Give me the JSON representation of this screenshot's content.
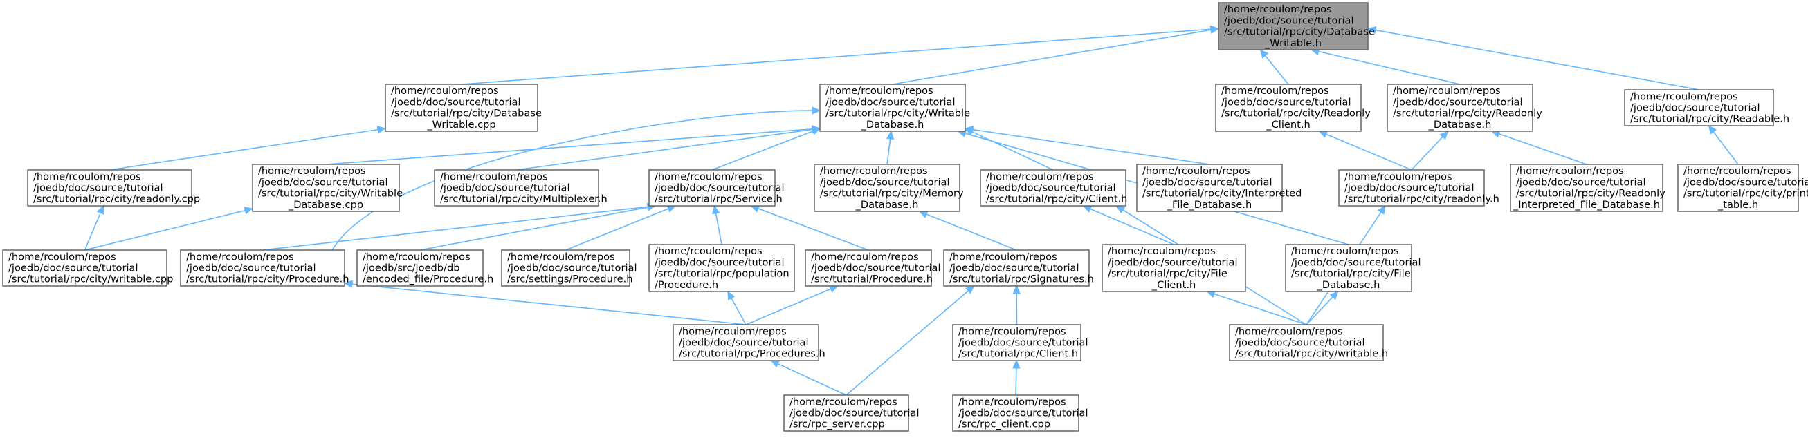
{
  "graph": {
    "root": "root",
    "nodes": [
      {
        "id": "root",
        "lines": [
          "/home/rcoulom/repos",
          "/joedb/doc/source/tutorial",
          "/src/tutorial/rpc/city/Database",
          "_Writable.h"
        ]
      },
      {
        "id": "db_writable_cpp",
        "lines": [
          "/home/rcoulom/repos",
          "/joedb/doc/source/tutorial",
          "/src/tutorial/rpc/city/Database",
          "_Writable.cpp"
        ]
      },
      {
        "id": "writable_database_h",
        "lines": [
          "/home/rcoulom/repos",
          "/joedb/doc/source/tutorial",
          "/src/tutorial/rpc/city/Writable",
          "_Database.h"
        ]
      },
      {
        "id": "readonly_client_h",
        "lines": [
          "/home/rcoulom/repos",
          "/joedb/doc/source/tutorial",
          "/src/tutorial/rpc/city/Readonly",
          "_Client.h"
        ]
      },
      {
        "id": "readonly_database_h",
        "lines": [
          "/home/rcoulom/repos",
          "/joedb/doc/source/tutorial",
          "/src/tutorial/rpc/city/Readonly",
          "_Database.h"
        ]
      },
      {
        "id": "readable_h",
        "lines": [
          "/home/rcoulom/repos",
          "/joedb/doc/source/tutorial",
          "/src/tutorial/rpc/city/Readable.h"
        ]
      },
      {
        "id": "readonly_cpp",
        "lines": [
          "/home/rcoulom/repos",
          "/joedb/doc/source/tutorial",
          "/src/tutorial/rpc/city/readonly.cpp"
        ]
      },
      {
        "id": "writable_database_cpp",
        "lines": [
          "/home/rcoulom/repos",
          "/joedb/doc/source/tutorial",
          "/src/tutorial/rpc/city/Writable",
          "_Database.cpp"
        ]
      },
      {
        "id": "multiplexer_h",
        "lines": [
          "/home/rcoulom/repos",
          "/joedb/doc/source/tutorial",
          "/src/tutorial/rpc/city/Multiplexer.h"
        ]
      },
      {
        "id": "service_h",
        "lines": [
          "/home/rcoulom/repos",
          "/joedb/doc/source/tutorial",
          "/src/tutorial/rpc/Service.h"
        ]
      },
      {
        "id": "memory_database_h",
        "lines": [
          "/home/rcoulom/repos",
          "/joedb/doc/source/tutorial",
          "/src/tutorial/rpc/city/Memory",
          "_Database.h"
        ]
      },
      {
        "id": "client_h",
        "lines": [
          "/home/rcoulom/repos",
          "/joedb/doc/source/tutorial",
          "/src/tutorial/rpc/city/Client.h"
        ]
      },
      {
        "id": "interpreted_file_database_h",
        "lines": [
          "/home/rcoulom/repos",
          "/joedb/doc/source/tutorial",
          "/src/tutorial/rpc/city/Interpreted",
          "_File_Database.h"
        ]
      },
      {
        "id": "readonly_h",
        "lines": [
          "/home/rcoulom/repos",
          "/joedb/doc/source/tutorial",
          "/src/tutorial/rpc/city/readonly.h"
        ]
      },
      {
        "id": "readonly_interpreted_h",
        "lines": [
          "/home/rcoulom/repos",
          "/joedb/doc/source/tutorial",
          "/src/tutorial/rpc/city/Readonly",
          "_Interpreted_File_Database.h"
        ]
      },
      {
        "id": "print_table_h",
        "lines": [
          "/home/rcoulom/repos",
          "/joedb/doc/source/tutorial",
          "/src/tutorial/rpc/city/print",
          "_table.h"
        ]
      },
      {
        "id": "writable_cpp",
        "lines": [
          "/home/rcoulom/repos",
          "/joedb/doc/source/tutorial",
          "/src/tutorial/rpc/city/writable.cpp"
        ]
      },
      {
        "id": "city_procedure_h",
        "lines": [
          "/home/rcoulom/repos",
          "/joedb/doc/source/tutorial",
          "/src/tutorial/rpc/city/Procedure.h"
        ]
      },
      {
        "id": "encoded_file_procedure_h",
        "lines": [
          "/home/rcoulom/repos",
          "/joedb/src/joedb/db",
          "/encoded_file/Procedure.h"
        ]
      },
      {
        "id": "settings_procedure_h",
        "lines": [
          "/home/rcoulom/repos",
          "/joedb/doc/source/tutorial",
          "/src/settings/Procedure.h"
        ]
      },
      {
        "id": "population_procedure_h",
        "lines": [
          "/home/rcoulom/repos",
          "/joedb/doc/source/tutorial",
          "/src/tutorial/rpc/population",
          "/Procedure.h"
        ]
      },
      {
        "id": "tutorial_procedure_h",
        "lines": [
          "/home/rcoulom/repos",
          "/joedb/doc/source/tutorial",
          "/src/tutorial/Procedure.h"
        ]
      },
      {
        "id": "signatures_h",
        "lines": [
          "/home/rcoulom/repos",
          "/joedb/doc/source/tutorial",
          "/src/tutorial/rpc/Signatures.h"
        ]
      },
      {
        "id": "file_client_h",
        "lines": [
          "/home/rcoulom/repos",
          "/joedb/doc/source/tutorial",
          "/src/tutorial/rpc/city/File",
          "_Client.h"
        ]
      },
      {
        "id": "file_database_h",
        "lines": [
          "/home/rcoulom/repos",
          "/joedb/doc/source/tutorial",
          "/src/tutorial/rpc/city/File",
          "_Database.h"
        ]
      },
      {
        "id": "procedures_h",
        "lines": [
          "/home/rcoulom/repos",
          "/joedb/doc/source/tutorial",
          "/src/tutorial/rpc/Procedures.h"
        ]
      },
      {
        "id": "rpc_client_h",
        "lines": [
          "/home/rcoulom/repos",
          "/joedb/doc/source/tutorial",
          "/src/tutorial/rpc/Client.h"
        ]
      },
      {
        "id": "writable_h",
        "lines": [
          "/home/rcoulom/repos",
          "/joedb/doc/source/tutorial",
          "/src/tutorial/rpc/city/writable.h"
        ]
      },
      {
        "id": "rpc_server_cpp",
        "lines": [
          "/home/rcoulom/repos",
          "/joedb/doc/source/tutorial",
          "/src/rpc_server.cpp"
        ]
      },
      {
        "id": "rpc_client_cpp",
        "lines": [
          "/home/rcoulom/repos",
          "/joedb/doc/source/tutorial",
          "/src/rpc_client.cpp"
        ]
      }
    ],
    "edges": [
      [
        "db_writable_cpp",
        "root"
      ],
      [
        "writable_database_h",
        "root"
      ],
      [
        "readonly_client_h",
        "root"
      ],
      [
        "readonly_database_h",
        "root"
      ],
      [
        "readable_h",
        "root"
      ],
      [
        "readonly_cpp",
        "db_writable_cpp"
      ],
      [
        "writable_database_cpp",
        "writable_database_h"
      ],
      [
        "multiplexer_h",
        "writable_database_h"
      ],
      [
        "service_h",
        "writable_database_h"
      ],
      [
        "memory_database_h",
        "writable_database_h"
      ],
      [
        "client_h",
        "writable_database_h"
      ],
      [
        "interpreted_file_database_h",
        "writable_database_h"
      ],
      [
        "file_database_h",
        "writable_database_h"
      ],
      [
        "city_procedure_h",
        "writable_database_h"
      ],
      [
        "readonly_h",
        "readonly_client_h"
      ],
      [
        "readonly_h",
        "readonly_database_h"
      ],
      [
        "readonly_interpreted_h",
        "readonly_database_h"
      ],
      [
        "print_table_h",
        "readable_h"
      ],
      [
        "writable_cpp",
        "readonly_cpp"
      ],
      [
        "writable_cpp",
        "writable_database_cpp"
      ],
      [
        "city_procedure_h",
        "service_h"
      ],
      [
        "encoded_file_procedure_h",
        "service_h"
      ],
      [
        "settings_procedure_h",
        "service_h"
      ],
      [
        "population_procedure_h",
        "service_h"
      ],
      [
        "tutorial_procedure_h",
        "service_h"
      ],
      [
        "signatures_h",
        "memory_database_h"
      ],
      [
        "file_client_h",
        "client_h"
      ],
      [
        "writable_h",
        "client_h"
      ],
      [
        "writable_h",
        "file_client_h"
      ],
      [
        "writable_h",
        "file_database_h"
      ],
      [
        "writable_h",
        "readonly_h"
      ],
      [
        "procedures_h",
        "city_procedure_h"
      ],
      [
        "procedures_h",
        "population_procedure_h"
      ],
      [
        "procedures_h",
        "tutorial_procedure_h"
      ],
      [
        "rpc_server_cpp",
        "procedures_h"
      ],
      [
        "rpc_server_cpp",
        "signatures_h"
      ],
      [
        "rpc_client_h",
        "signatures_h"
      ],
      [
        "rpc_client_cpp",
        "rpc_client_h"
      ]
    ]
  },
  "colors": {
    "edge": "#63b8ff",
    "node_border": "#666666",
    "node_fill": "#ffffff",
    "root_fill": "#999999",
    "text": "#000000"
  }
}
